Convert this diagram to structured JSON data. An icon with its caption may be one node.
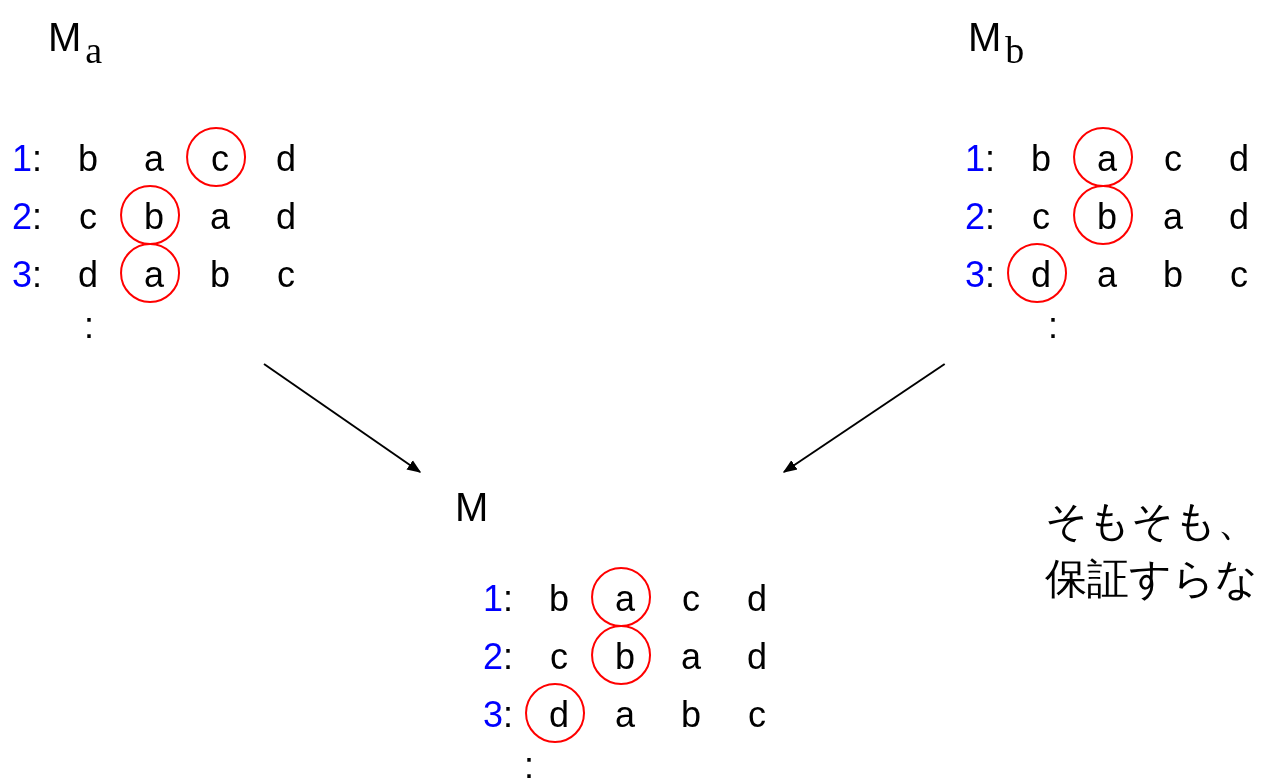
{
  "diagram": {
    "nodes": [
      {
        "text": [
          "M$_{a}$",
          "1: b a c d",
          "2: c b a d",
          "3: d a b c",
          ":"
        ]
      },
      {
        "text": [
          "M$_{b}$",
          "1: b a c d",
          "2: c b a d",
          "3: d a b c",
          ":"
        ]
      },
      {
        "text": [
          "M",
          "1: b a c d",
          "2: c b a d",
          "3: d a b c",
          ":"
        ]
      }
    ],
    "edges": [
      {
        "from": 0,
        "to": 2,
        "arrow": "to"
      },
      {
        "from": 1,
        "to": 2,
        "arrow": "to"
      }
    ],
    "labels": [
      "そもそも、",
      "保証すらな"
    ]
  }
}
